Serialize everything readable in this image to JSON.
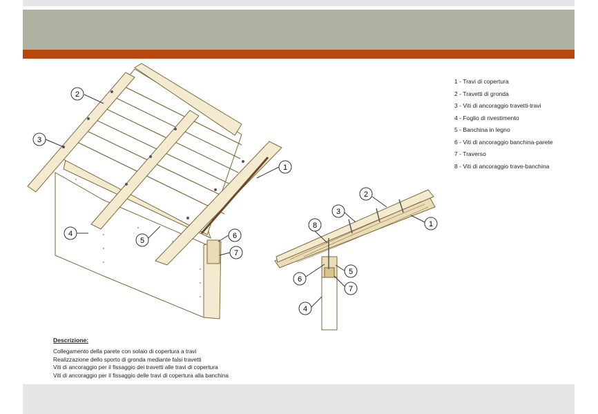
{
  "legend": [
    "1 - Travi di copertura",
    "2 - Travetti di gronda",
    "3 - Viti di ancoraggio travetti-travi",
    "4 - Foglio di rivestimento",
    "5 - Banchina in legno",
    "6 - Viti di ancoraggio banchina-parete",
    "7 - Traverso",
    "8 - Viti di ancoraggio trave-banchina"
  ],
  "callouts": {
    "left": [
      "1",
      "2",
      "3",
      "4",
      "5",
      "6",
      "7"
    ],
    "right": [
      "1",
      "2",
      "3",
      "4",
      "5",
      "6",
      "7",
      "8"
    ]
  },
  "description": {
    "heading": "Descrizione:",
    "lines": [
      "Collegamento della parete con solaio di copertura a travi",
      "Realizzazione dello sporto di gronda mediante falsi travetti",
      "Viti di ancoraggio per il fissaggio dei travetti alle travi di copertura",
      "Viti di ancoraggio per il fissaggio delle travi di copertura alla banchina"
    ]
  },
  "colors": {
    "header": "#adb3a0",
    "accent": "#b5480f",
    "outline": "#7a6a3a",
    "wood": "#e9dcb6",
    "wood_dark": "#6b4a2a"
  }
}
